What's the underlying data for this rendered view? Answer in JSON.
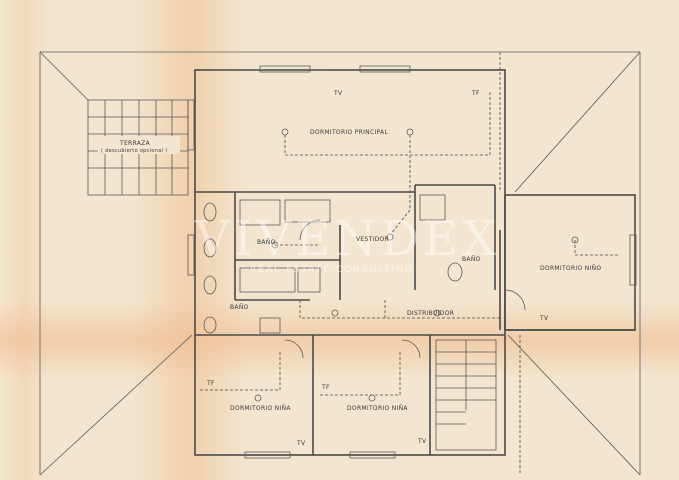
{
  "plan": {
    "terrace": {
      "title": "TERRAZA",
      "subtitle": "( descubierto opcional )"
    },
    "rooms": {
      "master_bedroom": "DORMITORIO PRINCIPAL",
      "dressing": "VESTIDOR",
      "bath_master": "BAÑO",
      "bath_2": "BAÑO",
      "bath_3": "BAÑO",
      "boy_bedroom": "DORMITORIO NIÑO",
      "hall": "DISTRIBUIDOR",
      "girl_bedroom_1": "DORMITORIO NIÑA",
      "girl_bedroom_2": "DORMITORIO NIÑA"
    },
    "symbols": {
      "tv": "TV",
      "tf": "TF"
    }
  },
  "watermark": {
    "brand": "VIVENDEX",
    "tagline": "REAL ESTATE CONSULTING"
  },
  "colors": {
    "paper": "#f2e6d0",
    "stain": "#f0b98a",
    "ink": "#4a4a4a"
  }
}
